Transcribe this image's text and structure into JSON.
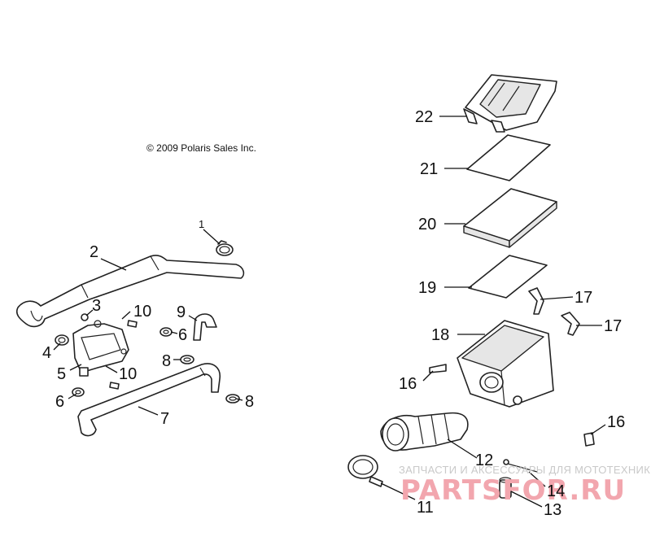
{
  "copyright": "© 2009 Polaris Sales Inc.",
  "watermark": {
    "tagline": "ЗАПЧАСТИ И АКСЕССУАРЫ ДЛЯ МОТОТЕХНИКИ",
    "logo": "PARTSFOR.RU"
  },
  "callouts": {
    "c1": "1",
    "c2": "2",
    "c3": "3",
    "c4": "4",
    "c5": "5",
    "c6a": "6",
    "c6b": "6",
    "c7": "7",
    "c8a": "8",
    "c8b": "8",
    "c9": "9",
    "c10a": "10",
    "c10b": "10",
    "c11": "11",
    "c12": "12",
    "c13": "13",
    "c14": "14",
    "c16a": "16",
    "c16b": "16",
    "c17a": "17",
    "c17b": "17",
    "c18": "18",
    "c19": "19",
    "c20": "20",
    "c21": "21",
    "c22": "22"
  }
}
